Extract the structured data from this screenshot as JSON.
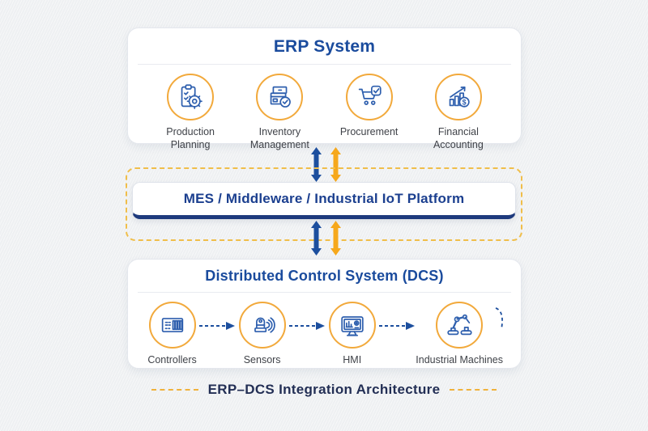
{
  "colors": {
    "title_blue": "#1a4b9d",
    "text_navy": "#232f55",
    "label_gray": "#3f4248",
    "arrow_blue": "#1d4f9e",
    "arrow_yellow": "#f6a81c",
    "icon_ring_yellow": "#f2a93b",
    "dashed_border_yellow": "#f0be4a",
    "icon_stroke_blue": "#2e5fae",
    "middleware_underline_navy": "#1e3a7d"
  },
  "erp": {
    "title": "ERP System",
    "items": [
      {
        "label": "Production Planning",
        "icon": "clipboard-gear-icon"
      },
      {
        "label": "Inventory Management",
        "icon": "boxes-check-icon"
      },
      {
        "label": "Procurement",
        "icon": "cart-check-icon"
      },
      {
        "label": "Financial Accounting",
        "icon": "chart-dollar-icon"
      }
    ]
  },
  "middleware": {
    "title": "MES / Middleware / Industrial IoT Platform"
  },
  "dcs": {
    "title": "Distributed Control System (DCS)",
    "items": [
      {
        "label": "Controllers",
        "icon": "plc-controller-icon"
      },
      {
        "label": "Sensors",
        "icon": "sensor-waves-icon"
      },
      {
        "label": "HMI",
        "icon": "monitor-dashboard-icon"
      },
      {
        "label": "Industrial Machines",
        "icon": "robot-arm-icon"
      }
    ]
  },
  "caption": "ERP–DCS Integration Architecture"
}
